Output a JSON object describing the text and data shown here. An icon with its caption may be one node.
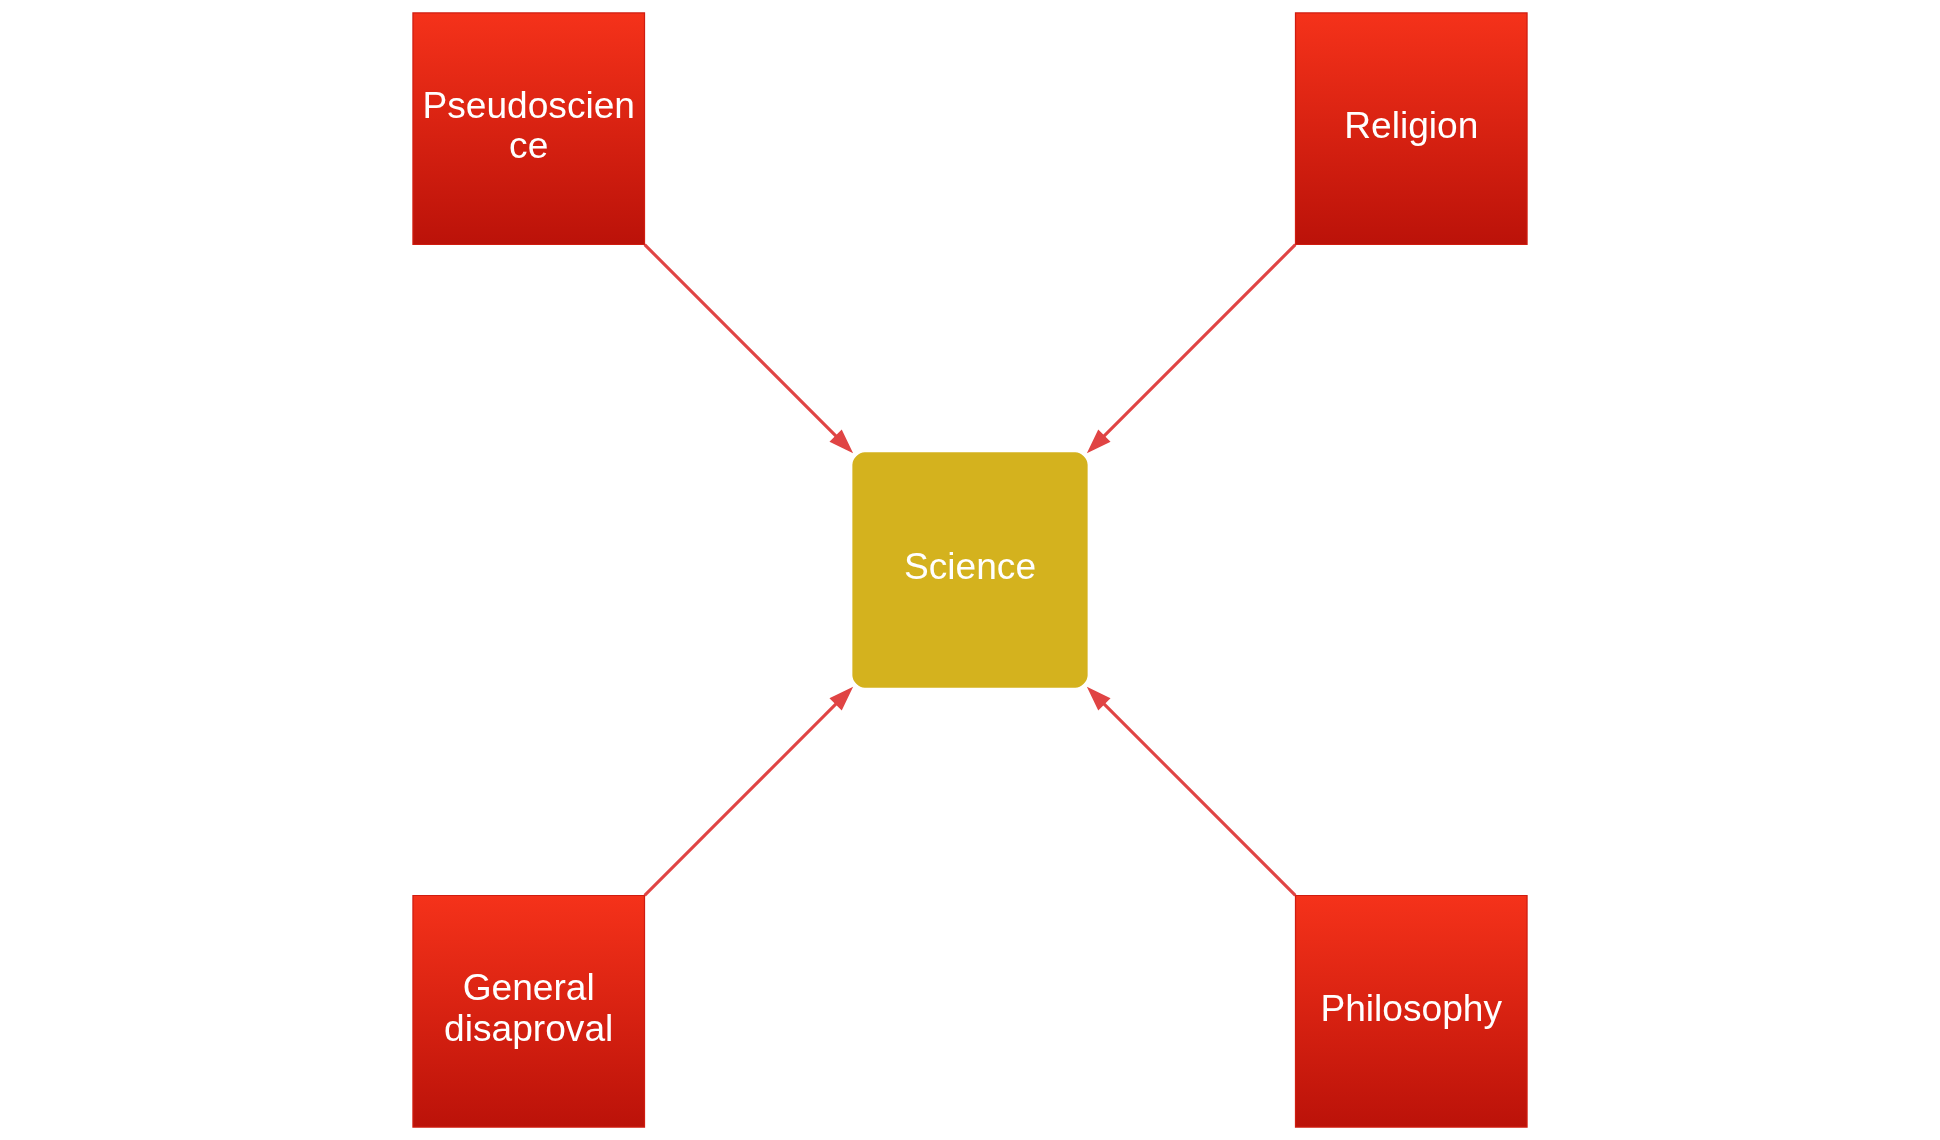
{
  "diagram": {
    "nodes": [
      {
        "text": [
          "Religion"
        ]
      },
      {
        "text": [
          "Pseudoscien ce"
        ]
      },
      {
        "text": [
          "Science"
        ]
      },
      {
        "text": [
          "General disaproval"
        ]
      },
      {
        "text": [
          "Philosophy"
        ]
      }
    ],
    "edges": [
      {
        "from": 0,
        "to": 2,
        "arrow": "to"
      },
      {
        "from": 1,
        "to": 2,
        "arrow": "to"
      },
      {
        "from": 3,
        "to": 2,
        "arrow": "to"
      },
      {
        "from": 4,
        "to": 2,
        "arrow": "to"
      }
    ]
  }
}
